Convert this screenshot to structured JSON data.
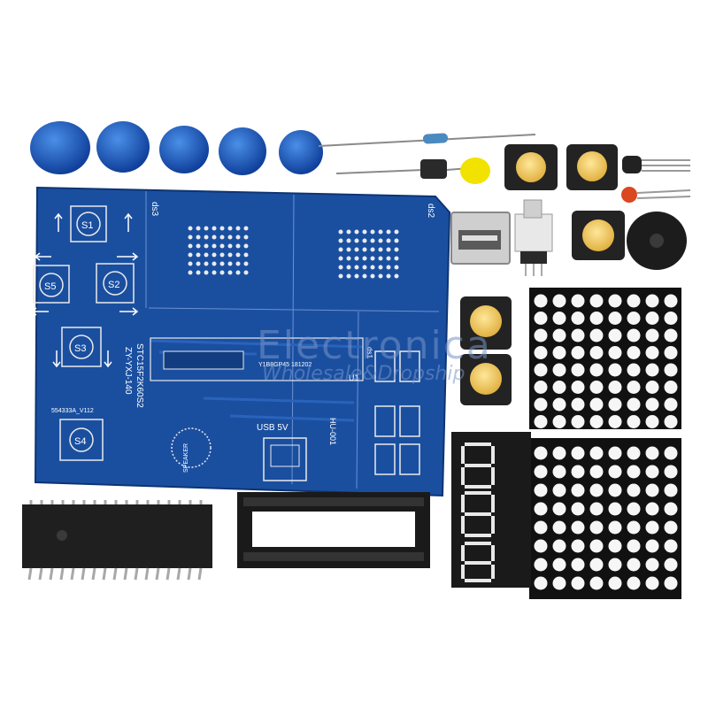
{
  "watermark": {
    "brand": "Electronica",
    "tagline": "Wholesale&Dropship"
  },
  "pcb": {
    "color": "#1a4fa0",
    "labels": {
      "s1": "S1",
      "s2": "S2",
      "s3": "S3",
      "s4": "S4",
      "s5": "S5",
      "ds3": "ds3",
      "ds2": "ds2",
      "ds1": "ds1",
      "model": "STC15F2K60S2",
      "kit": "ZY-YXJ-140",
      "u1": "U1",
      "chip_marking": "Y1B8GP45 181202",
      "usb": "USB 5V",
      "board_code": "HU-001",
      "speaker": "SPEAKER",
      "version": "554333A_V112"
    }
  },
  "parts": {
    "blue_caps": 5,
    "small_buttons": 5,
    "led_color": "#f2e200",
    "button_cap_color": "#f0d060",
    "seven_segment_digits": 3,
    "matrix_cols": 8,
    "matrix_rows_per_block": 8
  }
}
